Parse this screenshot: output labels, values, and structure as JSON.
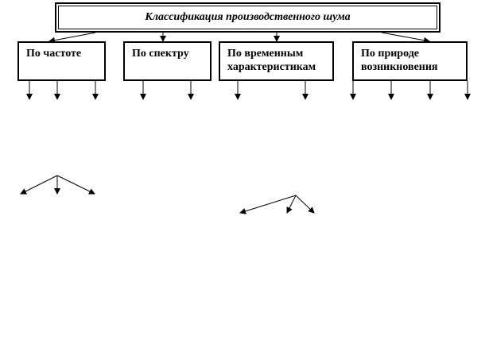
{
  "title": "Классификация производственного шума",
  "categories": [
    {
      "id": "freq",
      "label": "По частоте"
    },
    {
      "id": "spectrum",
      "label": "По спектру"
    },
    {
      "id": "time",
      "label": "По временным характеристикам"
    },
    {
      "id": "nature",
      "label": "По природе возникновения"
    }
  ]
}
